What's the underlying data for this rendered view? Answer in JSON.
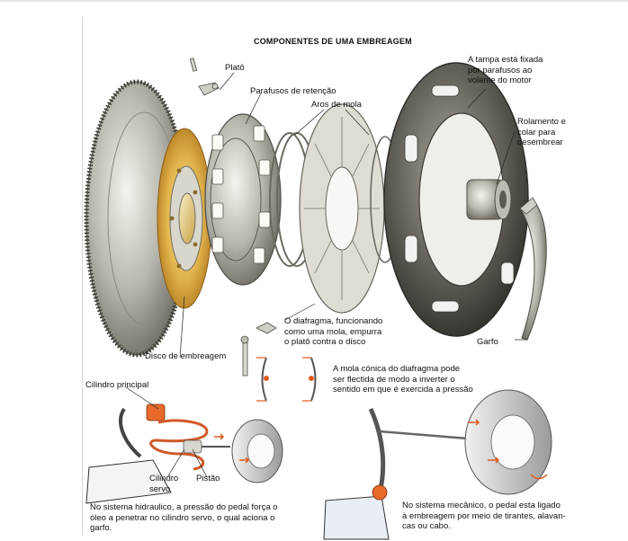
{
  "title": "COMPONENTES DE UMA EMBREAGEM",
  "labels": {
    "plato": "Platô",
    "parafusos": "Parafusos de retenção",
    "aros": "Aros de mola",
    "tampa": "A tampa está fixada\npor parafusos ao\nvolante do motor",
    "rolamento": "Rolamento e\ncolar para\ndesembrear",
    "diafragma": "O diafragma, funcionando\ncomo uma mola, empurra\no platô contra o disco",
    "garfo": "Garfo",
    "disco": "Disco de embreagem",
    "mola_conica": "A mola cónica do diafragma pode\nser flectida de modo a inverter o\nsentido em que é exercida a pressão",
    "cilindro_principal": "Cilindro principal",
    "cilindro_servo": "Cilindro\nservo",
    "pistao": "Pistão",
    "hidraulico": "No sistema hidraulico, a pressão do pedal força o\nóleo a penetrar no cilindro servo, o qual aciona o\ngarfo.",
    "mecanico": "No sistema mecânico, o pedal esta ligado\nà embreagem por meio de tirantes, alavan-\ncas ou cabo."
  }
}
